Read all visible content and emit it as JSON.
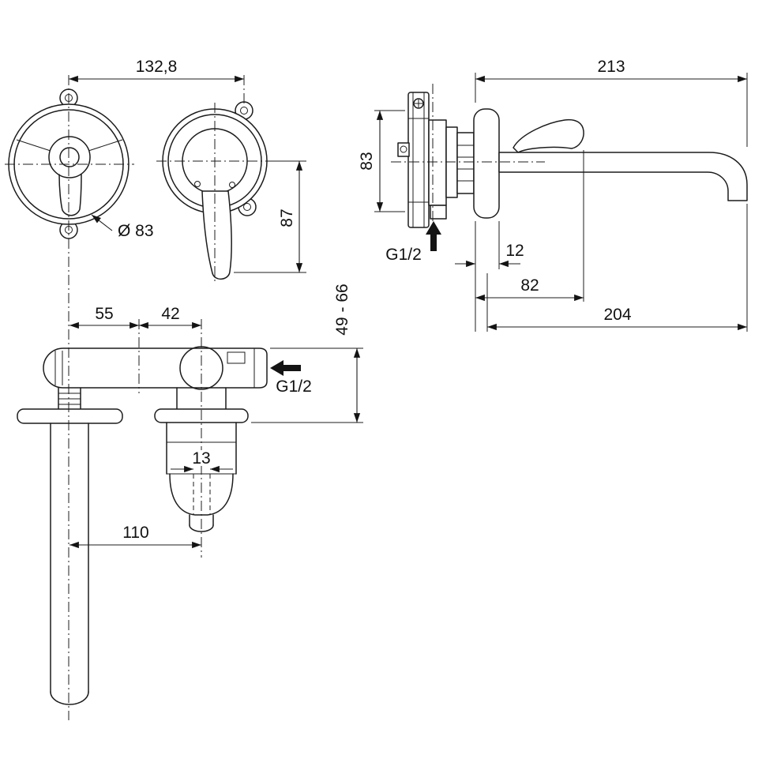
{
  "drawing": {
    "background": "#ffffff",
    "line_color": "#1c1c1c",
    "views": {
      "front": {
        "dim_center_distance": "132,8",
        "dim_escutcheon_diameter": "Ø 83",
        "dim_handle_drop": "87"
      },
      "side": {
        "dim_total_projection": "213",
        "dim_plate_height": "83",
        "dim_connection": "G1/2",
        "dim_escutcheon_depth": "12",
        "dim_handle_projection": "82",
        "dim_spout_projection": "204"
      },
      "plan": {
        "dim_spout_to_inlet": "55",
        "dim_inlet_to_mixer": "42",
        "dim_mounting_depth_range": "49 - 66",
        "dim_connection": "G1/2",
        "dim_outlet_diameter": "13",
        "dim_spout_length": "110"
      }
    }
  }
}
